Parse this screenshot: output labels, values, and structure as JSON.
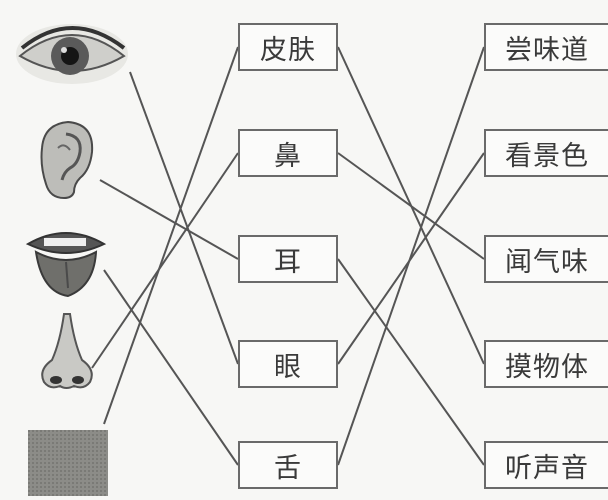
{
  "organs": [
    {
      "id": "skin",
      "label": "皮肤"
    },
    {
      "id": "nose",
      "label": "鼻"
    },
    {
      "id": "ear",
      "label": "耳"
    },
    {
      "id": "eye",
      "label": "眼"
    },
    {
      "id": "tongue",
      "label": "舌"
    }
  ],
  "functions": [
    {
      "id": "taste",
      "label": "尝味道"
    },
    {
      "id": "see",
      "label": "看景色"
    },
    {
      "id": "smell",
      "label": "闻气味"
    },
    {
      "id": "touch",
      "label": "摸物体"
    },
    {
      "id": "hear",
      "label": "听声音"
    }
  ],
  "pictures": [
    {
      "id": "eye",
      "icon": "eye-icon"
    },
    {
      "id": "ear",
      "icon": "ear-icon"
    },
    {
      "id": "mouth",
      "icon": "mouth-tongue-icon"
    },
    {
      "id": "nose",
      "icon": "nose-icon"
    },
    {
      "id": "skin",
      "icon": "skin-patch-icon"
    }
  ],
  "connections_picture_to_organ": [
    {
      "from": "eye",
      "to": "eye"
    },
    {
      "from": "ear",
      "to": "ear"
    },
    {
      "from": "mouth",
      "to": "tongue"
    },
    {
      "from": "nose",
      "to": "nose"
    },
    {
      "from": "skin",
      "to": "skin"
    }
  ],
  "connections_organ_to_function": [
    {
      "from": "skin",
      "to": "touch"
    },
    {
      "from": "nose",
      "to": "smell"
    },
    {
      "from": "ear",
      "to": "hear"
    },
    {
      "from": "eye",
      "to": "see"
    },
    {
      "from": "tongue",
      "to": "taste"
    }
  ],
  "colors": {
    "line": "#555555",
    "box_border": "#6a6a6a",
    "text": "#3a3a3a"
  }
}
